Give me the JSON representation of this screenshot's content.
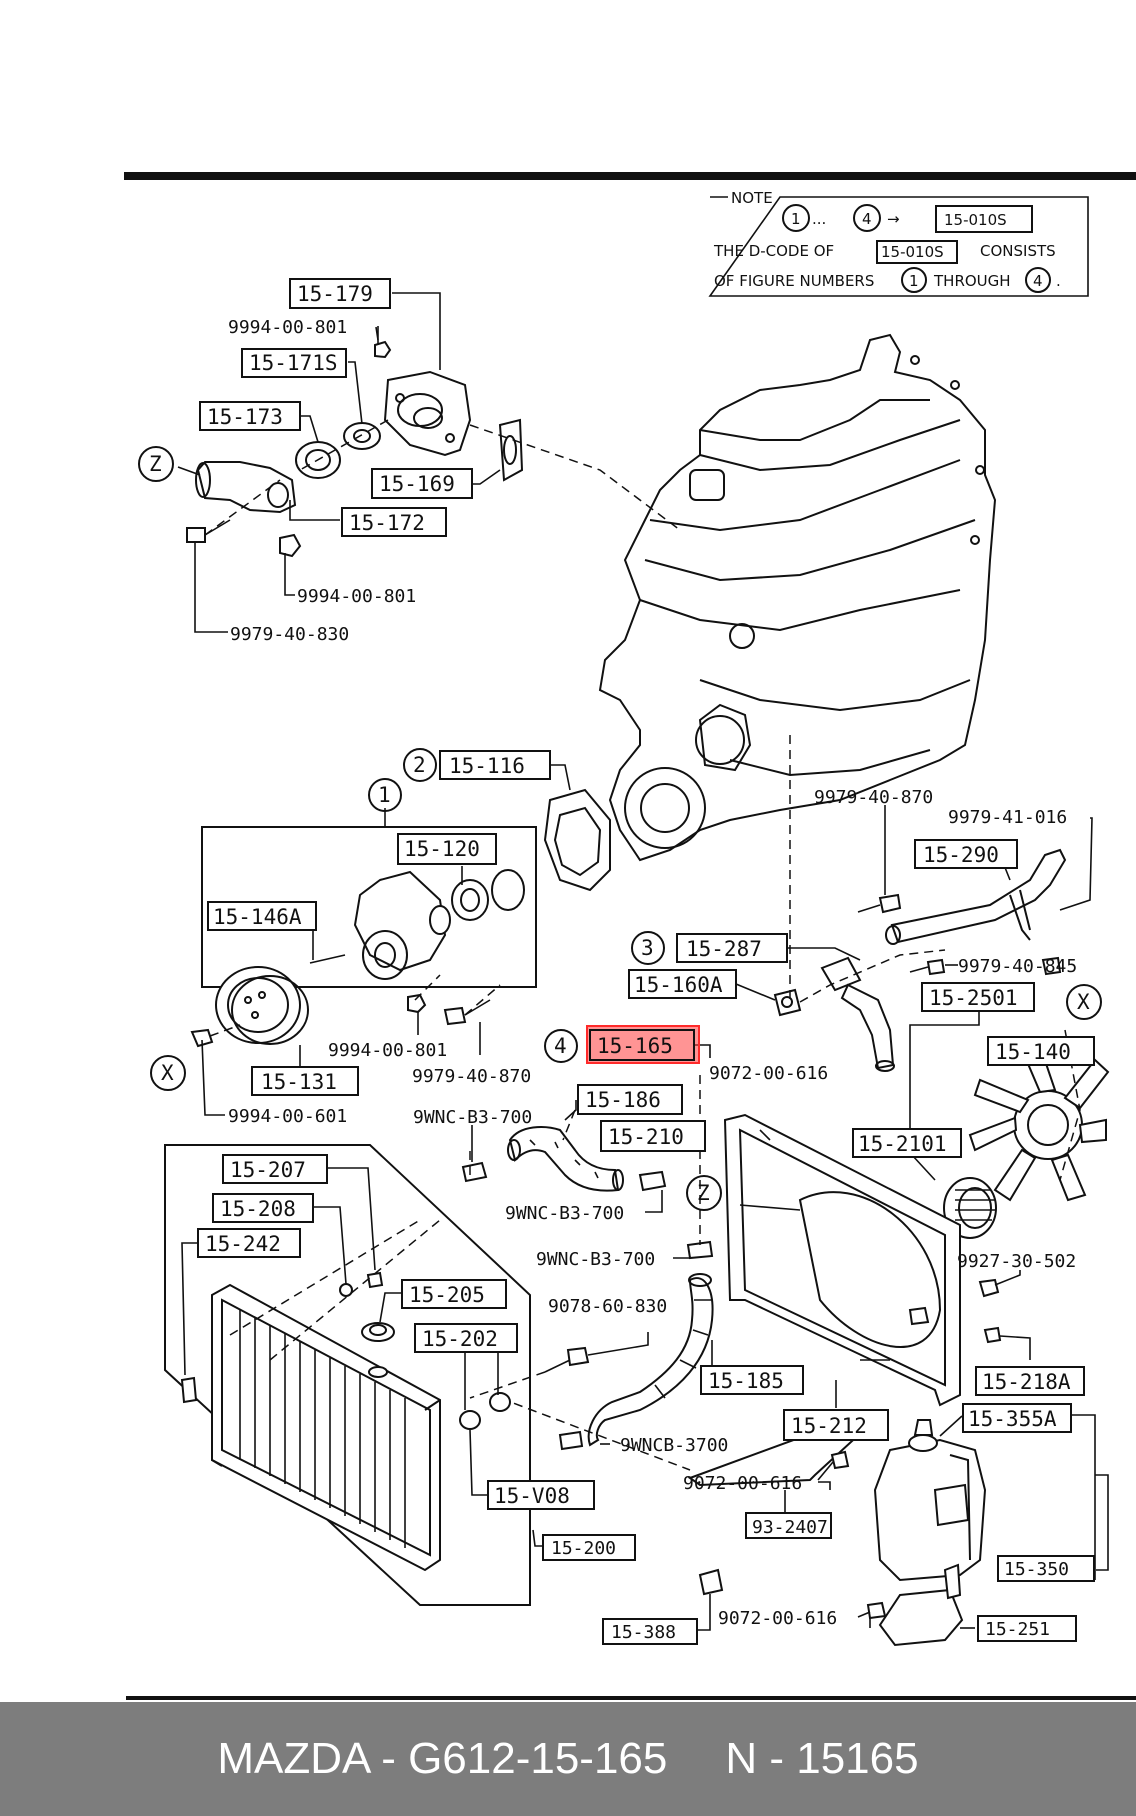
{
  "note": {
    "heading": "NOTE",
    "line1_circle_a": "1",
    "line1_dots": "...",
    "line1_circle_b": "4",
    "line1_arrow": "→",
    "line1_code": "15-010S",
    "line2_prefix": "THE D-CODE OF",
    "line2_code": "15-010S",
    "line2_suffix": "CONSISTS",
    "line3_prefix": "OF FIGURE NUMBERS",
    "line3_circle_a": "1",
    "line3_mid": "THROUGH",
    "line3_circle_b": "4",
    "line3_end": "."
  },
  "labels": {
    "p15_179": "15-179",
    "p9994_00_801_a": "9994-00-801",
    "p15_171s": "15-171S",
    "p15_173": "15-173",
    "z_1": "Z",
    "p15_169": "15-169",
    "p15_172": "15-172",
    "p9994_00_801_b": "9994-00-801",
    "p9979_40_830": "9979-40-830",
    "c2": "2",
    "p15_116": "15-116",
    "c1": "1",
    "p15_120": "15-120",
    "p15_146a": "15-146A",
    "p9994_00_801_c": "9994-00-801",
    "p9979_40_870_a": "9979-40-870",
    "x_1": "X",
    "p15_131": "15-131",
    "p9994_00_601": "9994-00-601",
    "p9979_40_870_b": "9979-40-870",
    "p9979_41_016": "9979-41-016",
    "p15_290": "15-290",
    "c3": "3",
    "p15_287": "15-287",
    "p15_160a": "15-160A",
    "p9979_40_845": "9979-40-845",
    "p15_2501": "15-2501",
    "x_2": "X",
    "c4": "4",
    "p15_165": "15-165",
    "p9072_00_616_a": "9072-00-616",
    "p15_140": "15-140",
    "p15_186": "15-186",
    "p9wnc_b3_700_a": "9WNC-B3-700",
    "p15_210": "15-210",
    "p15_2101": "15-2101",
    "z_2": "Z",
    "p9wnc_b3_700_b": "9WNC-B3-700",
    "p9wnc_b3_700_c": "9WNC-B3-700",
    "p9927_30_502": "9927-30-502",
    "p15_207": "15-207",
    "p15_208": "15-208",
    "p15_242": "15-242",
    "p15_205": "15-205",
    "p9078_60_830": "9078-60-830",
    "p15_202": "15-202",
    "p15_185": "15-185",
    "p15_218a": "15-218A",
    "p15_212": "15-212",
    "p15_355a": "15-355A",
    "p9wncb_3700": "9WNCB-3700",
    "p9072_00_616_b": "9072-00-616",
    "p15_v08": "15-V08",
    "p93_2407": "93-2407",
    "p15_200": "15-200",
    "p15_350": "15-350",
    "p15_388": "15-388",
    "p9072_00_616_c": "9072-00-616",
    "p15_251": "15-251"
  },
  "footer": {
    "brand_part": "MAZDA - G612-15-165",
    "number": "N - 15165"
  },
  "colors": {
    "highlight": "#ff2a2a",
    "footer_bg": "#7d7d7d",
    "ink": "#111111"
  }
}
